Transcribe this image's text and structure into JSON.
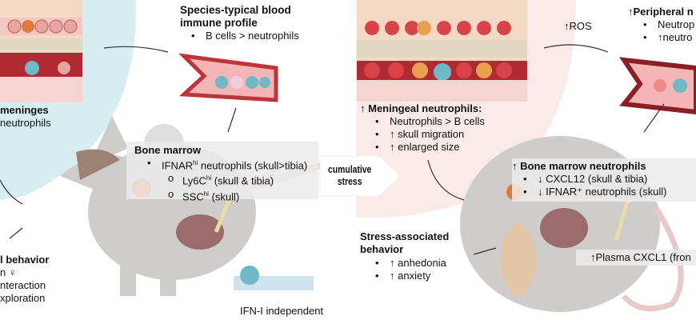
{
  "colors": {
    "left_bg": "#d6edf1",
    "right_bg": "#fbeaea",
    "mouse": "#c9c9c9",
    "neutrophil": "#e07a3a",
    "vessel": "#c0333a",
    "b_cell": "#6fb8c6"
  },
  "left": {
    "blood_title_1": "Species-typical blood",
    "blood_title_2": "immune profile",
    "blood_items": [
      "B cells > neutrophils"
    ],
    "meninges_title": "meninges",
    "meninges_item": "neutrophils",
    "bone_marrow_title": "Bone marrow",
    "bone_marrow_item_main": "IFNAR",
    "bone_marrow_item_sup": "hi",
    "bone_marrow_item_rest": " neutrophils (skull>tibia)",
    "sub_items": [
      {
        "main": "Ly6C",
        "sup": "hi",
        "rest": " (skull & tibia)"
      },
      {
        "main": "SSC",
        "sup": "hi",
        "rest": " (skull)"
      }
    ],
    "behavior_title": "l behavior",
    "behavior_items": [
      "n ♀",
      "nteraction",
      "xploration"
    ],
    "ifn_label": "IFN-I independent"
  },
  "center": {
    "arrow_label_1": "cumulative",
    "arrow_label_2": "stress"
  },
  "right": {
    "ros_label": "↑ROS",
    "peripheral_title": "↑Peripheral n",
    "peripheral_items": [
      "Neutrop",
      "↑neutro"
    ],
    "meningeal_title": "↑ Meningeal neutrophils:",
    "meningeal_items": [
      "Neutrophils > B cells",
      "↑ skull migration",
      "↑ enlarged size"
    ],
    "bm_title": "↑ Bone marrow neutrophils",
    "bm_items": [
      "↓ CXCL12 (skull & tibia)",
      "↓ IFNAR⁺ neutrophils (skull)"
    ],
    "stress_title_1": "Stress-associated",
    "stress_title_2": "behavior",
    "stress_items": [
      "↑ anhedonia",
      "↑ anxiety"
    ],
    "plasma_label": "↑Plasma CXCL1 (fron"
  }
}
